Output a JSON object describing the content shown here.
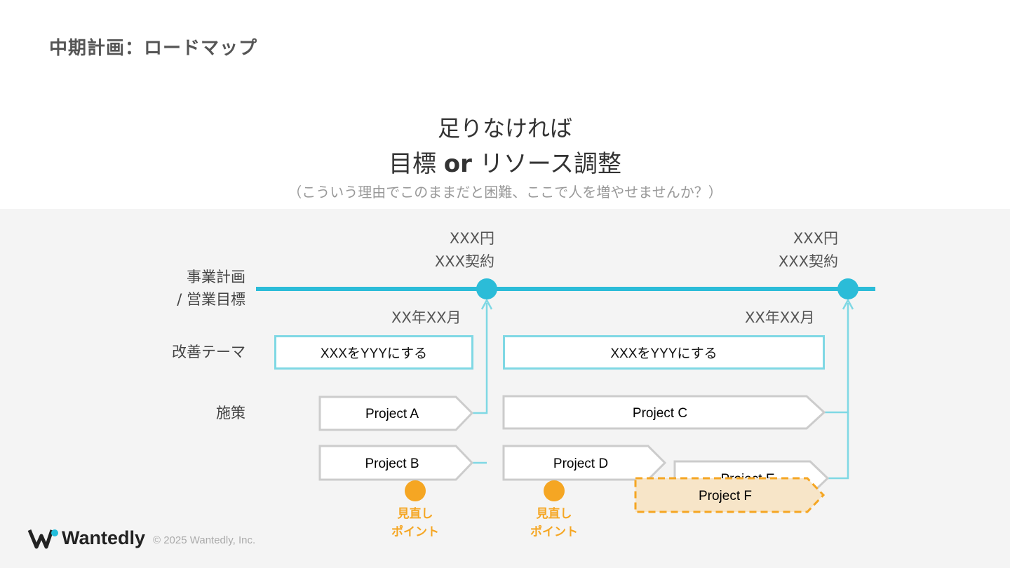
{
  "slide": {
    "title": "中期計画：ロードマップ",
    "headline_line1": "足りなければ",
    "headline_line2_a": "目標 ",
    "headline_line2_b": "or",
    "headline_line2_c": " リソース調整",
    "subnote": "（こういう理由でこのままだと困難、ここで人を増やせませんか？）"
  },
  "rows": {
    "plan_line1": "事業計画",
    "plan_line2": "/ 営業目標",
    "theme": "改善テーマ",
    "measures": "施策"
  },
  "milestones": [
    {
      "amount": "XXX円",
      "contracts": "XXX契約",
      "date": "XX年XX月"
    },
    {
      "amount": "XXX円",
      "contracts": "XXX契約",
      "date": "XX年XX月"
    }
  ],
  "themes": [
    "XXXをYYYにする",
    "XXXをYYYにする"
  ],
  "projects": {
    "a": "Project A",
    "b": "Project B",
    "c": "Project C",
    "d": "Project D",
    "e": "Project E",
    "f": "Project F"
  },
  "review_points": [
    {
      "line1": "見直し",
      "line2": "ポイント"
    },
    {
      "line1": "見直し",
      "line2": "ポイント"
    }
  ],
  "footer": {
    "brand": "Wantedly",
    "copyright": "© 2025 Wantedly, Inc.",
    "logo_icon": "wantedly-logo-icon"
  },
  "colors": {
    "timeline": "#2bbcd8",
    "connector": "#7fd8e4",
    "review": "#f5a623",
    "highlight_fill": "#f7e5c8",
    "panel_bg": "#f4f4f4"
  }
}
